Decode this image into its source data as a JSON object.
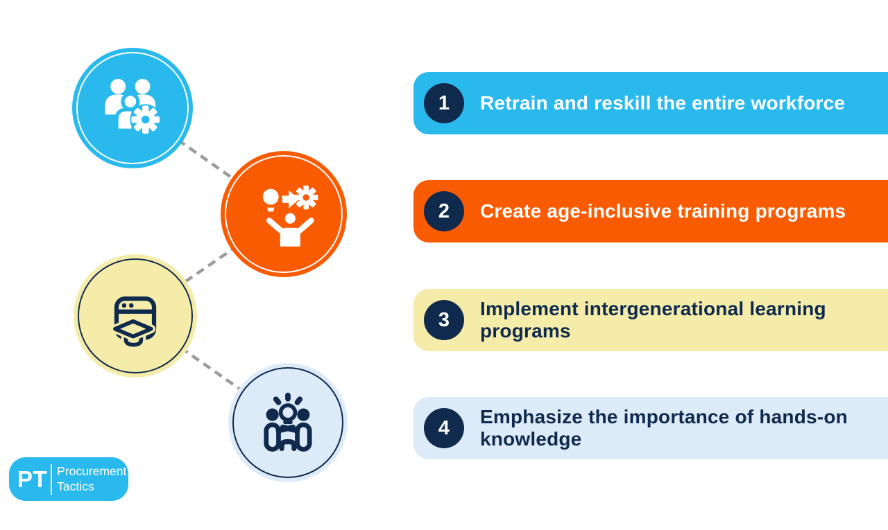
{
  "page": {
    "background": "#ffffff"
  },
  "colors": {
    "blue": "#29B9EC",
    "orange": "#F95B03",
    "yellow": "#F5ECAA",
    "pale_blue": "#DCEBF7",
    "navy": "#102A4E",
    "connector_gray": "#9B9B9B",
    "white": "#ffffff"
  },
  "steps": [
    {
      "number": "1",
      "label": "Retrain and reskill the entire workforce",
      "banner_color": "#29B9EC",
      "text_color": "#ffffff",
      "icon": "team-gear",
      "icon_circle_color": "#29B9EC",
      "icon_ring_color": "#ffffff"
    },
    {
      "number": "2",
      "label": "Create age-inclusive training programs",
      "banner_color": "#F95B03",
      "text_color": "#ffffff",
      "icon": "idea-implementation",
      "icon_circle_color": "#F95B03",
      "icon_ring_color": "#ffffff"
    },
    {
      "number": "3",
      "label": "Implement intergenerational learning programs",
      "banner_color": "#F5ECAA",
      "text_color": "#102A4E",
      "icon": "online-learning",
      "icon_circle_color": "#F5ECAA",
      "icon_ring_color": "#102A4E"
    },
    {
      "number": "4",
      "label": "Emphasize the importance of hands-on knowledge",
      "banner_color": "#DCEBF7",
      "text_color": "#102A4E",
      "icon": "knowledge-sharing",
      "icon_circle_color": "#DCEBF7",
      "icon_ring_color": "#102A4E"
    }
  ],
  "logo": {
    "abbr": "PT",
    "name_line1": "Procurement",
    "name_line2": "Tactics",
    "color": "#29B9EC"
  }
}
